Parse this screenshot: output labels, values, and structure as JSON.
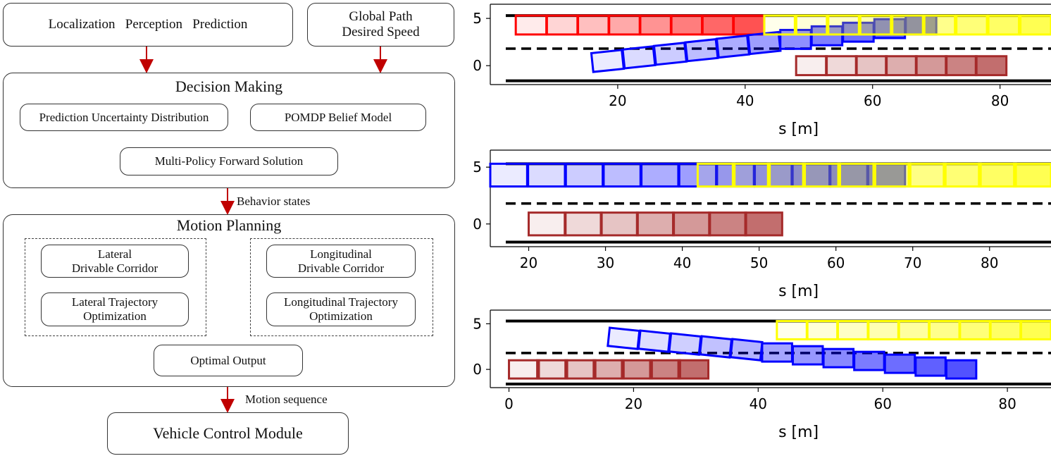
{
  "diagram": {
    "inputs": {
      "left": "Localization   Perception   Prediction",
      "right_line1": "Global Path",
      "right_line2": "Desired Speed"
    },
    "decision_making": {
      "title": "Decision Making",
      "prediction_uncertainty": "Prediction Uncertainty Distribution",
      "pomdp": "POMDP Belief Model",
      "multi_policy": "Multi-Policy Forward Solution"
    },
    "behavior_states": "Behavior states",
    "motion_planning": {
      "title": "Motion Planning",
      "lat_corridor_1": "Lateral",
      "lat_corridor_2": "Drivable Corridor",
      "lat_traj_1": "Lateral Trajectory",
      "lat_traj_2": "Optimization",
      "lon_corridor_1": "Longitudinal",
      "lon_corridor_2": "Drivable Corridor",
      "lon_traj_1": "Longitudinal Trajectory",
      "lon_traj_2": "Optimization",
      "optimal_output": "Optimal Output"
    },
    "motion_sequence": "Motion sequence",
    "vehicle_control": "Vehicle Control Module",
    "colors": {
      "arrow_red": "#c00000"
    }
  },
  "chart_data": [
    {
      "type": "scatter",
      "xlabel": "s [m]",
      "xticks": [
        20,
        40,
        60,
        80
      ],
      "yticks": [
        0,
        5
      ],
      "xlim": [
        0,
        88
      ],
      "ylim": [
        -2,
        6.5
      ],
      "series": [
        {
          "color": "#ff0000",
          "x_start": 4,
          "x_end": 43,
          "y": 4.3,
          "heading": "straight"
        },
        {
          "color": "#0000ff",
          "x_start": 16,
          "x_end": 70,
          "y_start": 0.5,
          "y_end": 4.3,
          "heading": "lane-change-left"
        },
        {
          "color": "#ffff00",
          "x_start": 43,
          "x_end": 88,
          "y": 4.3,
          "heading": "straight"
        },
        {
          "color": "#a52a2a",
          "x_start": 48,
          "x_end": 81,
          "y": 0,
          "heading": "straight"
        }
      ]
    },
    {
      "type": "scatter",
      "xlabel": "s [m]",
      "xticks": [
        20,
        30,
        40,
        50,
        60,
        70,
        80
      ],
      "yticks": [
        0,
        5
      ],
      "xlim": [
        15,
        88
      ],
      "ylim": [
        -2,
        6.5
      ],
      "series": [
        {
          "color": "#0000ff",
          "x_start": 15,
          "x_end": 69,
          "y": 4.3,
          "heading": "straight"
        },
        {
          "color": "#ffff00",
          "x_start": 42,
          "x_end": 88,
          "y": 4.3,
          "heading": "straight"
        },
        {
          "color": "#a52a2a",
          "x_start": 20,
          "x_end": 53,
          "y": 0,
          "heading": "straight"
        }
      ]
    },
    {
      "type": "scatter",
      "xlabel": "s [m]",
      "xticks": [
        0,
        20,
        40,
        60,
        80
      ],
      "yticks": [
        0,
        5
      ],
      "xlim": [
        -3,
        87
      ],
      "ylim": [
        -2,
        6.5
      ],
      "series": [
        {
          "color": "#0000ff",
          "x_start": 16,
          "x_end": 75,
          "y_start": 3.4,
          "y_end": 0,
          "heading": "lane-change-right"
        },
        {
          "color": "#ffff00",
          "x_start": 43,
          "x_end": 87,
          "y": 4.3,
          "heading": "straight"
        },
        {
          "color": "#a52a2a",
          "x_start": 0,
          "x_end": 32,
          "y": 0,
          "heading": "straight"
        }
      ]
    }
  ]
}
